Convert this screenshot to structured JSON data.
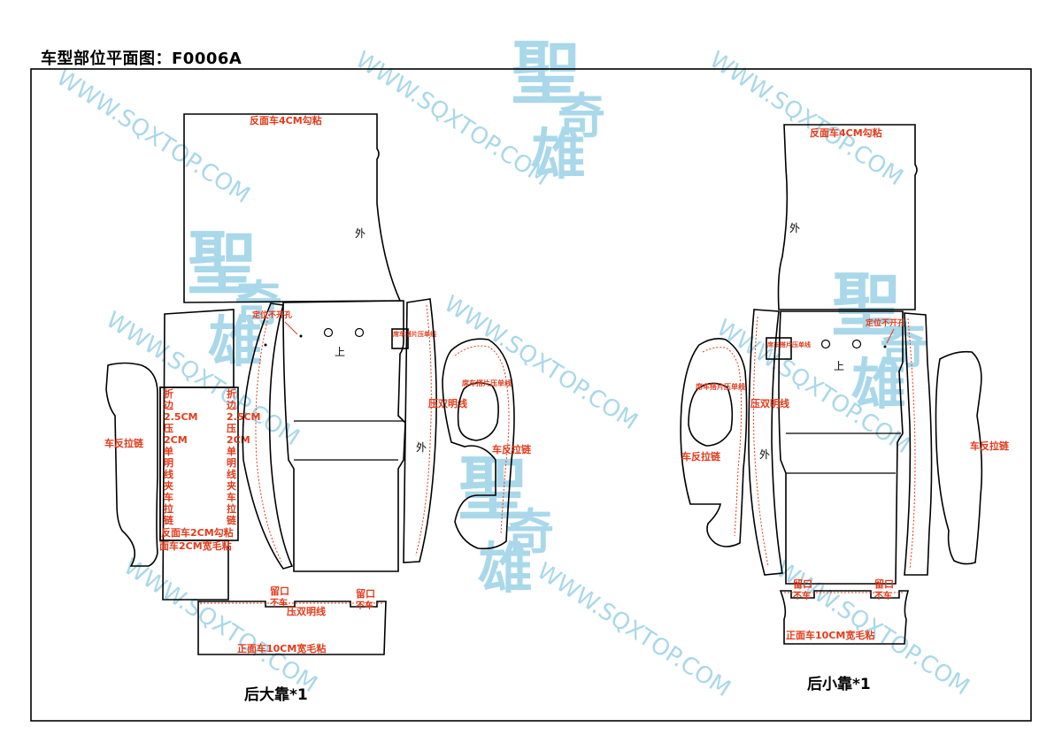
{
  "title": "车型部位平面图：F0006A",
  "watermark": {
    "url": "WWW.SQXTOP.COM",
    "brand_chars": [
      "聖",
      "奇",
      "雄"
    ]
  },
  "colors": {
    "annotation": "#e53a1a",
    "outline": "#000000",
    "watermark": "#a9d8ea",
    "border": "#000000"
  },
  "left_set": {
    "caption": "后大靠*1",
    "top_panel_label": "反面车4CM勾粘",
    "outside_label_1": "外",
    "outside_label_2": "外",
    "center_up_label": "上",
    "hole_note": "定位不开孔",
    "tab_note": "席车搭片压单线",
    "double_line": "压双明线",
    "side_zip_left": "车反拉链",
    "side_zip_right": "车反拉链",
    "fold_left": [
      "折",
      "边",
      "2.5CM",
      "压",
      "2CM",
      "单",
      "明",
      "线",
      "夹",
      "车",
      "拉",
      "链"
    ],
    "fold_right": [
      "折",
      "边",
      "2.5CM",
      "压",
      "2CM",
      "单",
      "明",
      "线",
      "夹",
      "车",
      "拉",
      "链"
    ],
    "bottom_glue_1": "反面车2CM勾粘",
    "bottom_glue_2": "面车2CM宽毛粘",
    "ear_tab_note": "席车搭片压单线",
    "opening_left": [
      "留口",
      "不车"
    ],
    "opening_right": [
      "留口",
      "不车"
    ],
    "bottom_double": "压双明线",
    "base_label": "正面车10CM宽毛粘"
  },
  "right_set": {
    "caption": "后小靠*1",
    "top_panel_label": "反面车4CM勾粘",
    "outside_label_1": "外",
    "outside_label_2": "外",
    "center_up_label": "上",
    "hole_note": "定位不开孔",
    "tab_note": "席车搭片压单线",
    "ear_tab_note": "席车搭片压单线",
    "double_line": "压双明线",
    "side_zip_left": "车反拉链",
    "side_zip_right": "车反拉链",
    "opening_left": [
      "留口",
      "不车"
    ],
    "opening_right": [
      "留口",
      "不车"
    ],
    "base_label": "正面车10CM宽毛粘"
  }
}
